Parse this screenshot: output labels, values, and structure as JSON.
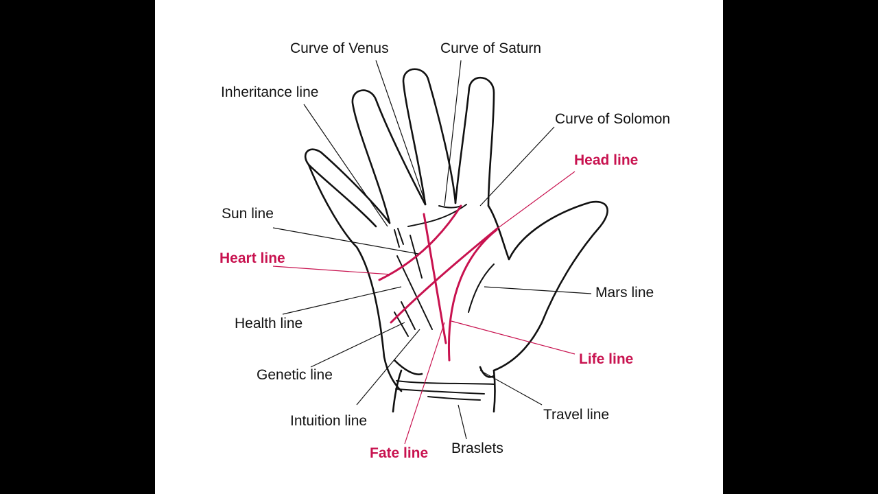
{
  "diagram": {
    "title": "Palm lines diagram",
    "accent_color": "#c8124f",
    "text_color": "#111111",
    "labels": [
      {
        "id": "curve-of-venus",
        "text": "Curve of Venus",
        "highlight": false
      },
      {
        "id": "curve-of-saturn",
        "text": "Curve of Saturn",
        "highlight": false
      },
      {
        "id": "inheritance-line",
        "text": "Inheritance line",
        "highlight": false
      },
      {
        "id": "curve-of-solomon",
        "text": "Curve of Solomon",
        "highlight": false
      },
      {
        "id": "head-line",
        "text": "Head line",
        "highlight": true
      },
      {
        "id": "sun-line",
        "text": "Sun line",
        "highlight": false
      },
      {
        "id": "heart-line",
        "text": "Heart line",
        "highlight": true
      },
      {
        "id": "mars-line",
        "text": "Mars line",
        "highlight": false
      },
      {
        "id": "health-line",
        "text": "Health line",
        "highlight": false
      },
      {
        "id": "life-line",
        "text": "Life line",
        "highlight": true
      },
      {
        "id": "genetic-line",
        "text": "Genetic line",
        "highlight": false
      },
      {
        "id": "travel-line",
        "text": "Travel line",
        "highlight": false
      },
      {
        "id": "intuition-line",
        "text": "Intuition line",
        "highlight": false
      },
      {
        "id": "fate-line",
        "text": "Fate line",
        "highlight": true
      },
      {
        "id": "braslets",
        "text": "Braslets",
        "highlight": false
      }
    ]
  }
}
